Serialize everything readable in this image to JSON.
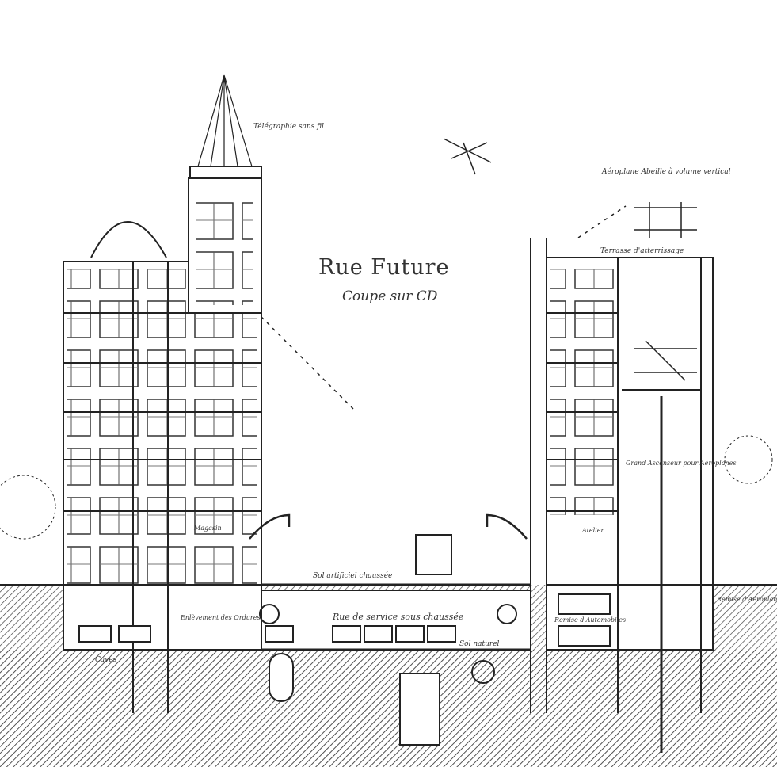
{
  "title": "Rue Future",
  "subtitle": "Coupe sur CD",
  "labels": {
    "tsf": "Télégraphie sans fil",
    "aeroplane": "Aéroplane Abeille à volume vertical",
    "terrasse": "Terrasse d'atterrissage",
    "service": "Rue de service sous chaussée",
    "sol_naturel": "Sol naturel",
    "sol_artificiel": "Sol artificiel chaussée",
    "ascenseur": "Grand Ascenseur pour Aéroplanes",
    "remise_aero": "Remise d'Aéroplanes",
    "remise_auto": "Remise d'Automobiles",
    "caves": "Caves",
    "ordures": "Enlèvement des Ordures",
    "atelier": "Atelier",
    "magasin": "Magasin"
  }
}
